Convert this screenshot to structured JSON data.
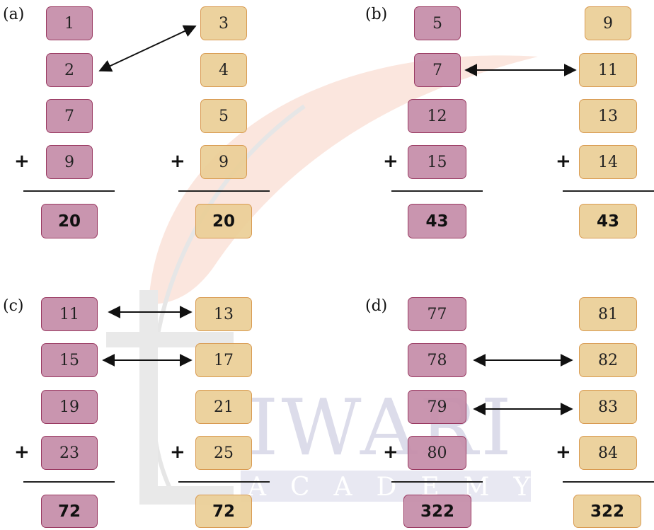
{
  "colors": {
    "left_fill": "#c48ca8",
    "left_border": "#9a3a62",
    "right_fill": "#eace96",
    "right_border": "#d99b52",
    "arrow": "#111111"
  },
  "watermark": {
    "word1": "IWARI",
    "word2": "ACADEMY",
    "logo_letter": "t"
  },
  "panels": [
    {
      "label": "(a)",
      "left": [
        "1",
        "2",
        "7",
        "9"
      ],
      "left_total": "20",
      "right": [
        "3",
        "4",
        "5",
        "9"
      ],
      "right_total": "20",
      "plus": "+"
    },
    {
      "label": "(b)",
      "left": [
        "5",
        "7",
        "12",
        "15"
      ],
      "left_total": "43",
      "right": [
        "9",
        "11",
        "13",
        "14"
      ],
      "right_total": "43",
      "plus": "+"
    },
    {
      "label": "(c)",
      "left": [
        "11",
        "15",
        "19",
        "23"
      ],
      "left_total": "72",
      "right": [
        "13",
        "17",
        "21",
        "25"
      ],
      "right_total": "72",
      "plus": "+"
    },
    {
      "label": "(d)",
      "left": [
        "77",
        "78",
        "79",
        "80"
      ],
      "left_total": "322",
      "right": [
        "81",
        "82",
        "83",
        "84"
      ],
      "right_total": "322",
      "plus": "+"
    }
  ]
}
